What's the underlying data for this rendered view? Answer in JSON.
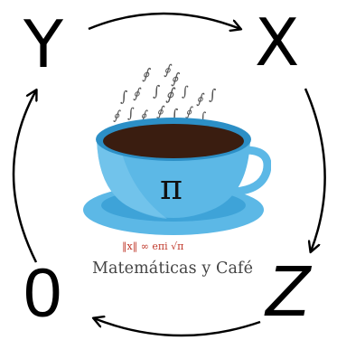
{
  "corners": {
    "top_left": "Y",
    "top_right": "X",
    "bottom_right": "Z",
    "bottom_left": "0"
  },
  "logo": {
    "cup_symbol": "π",
    "formulas": "‖x‖   ∞   eπi  √π",
    "caption": "Matemáticas y Café"
  },
  "colors": {
    "cup": "#5cb8e6",
    "cup_dark": "#2c8fc6",
    "coffee": "#3a1d10",
    "steam_glyphs": "#555555",
    "formula_red": "#c0392b"
  }
}
